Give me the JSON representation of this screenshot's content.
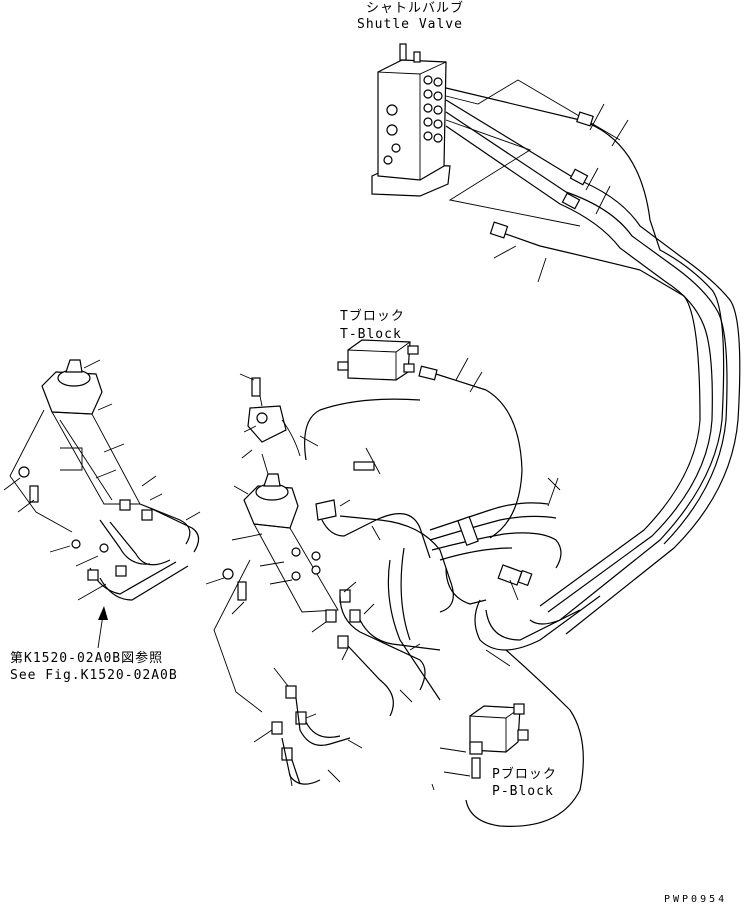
{
  "labels": {
    "shuttle_valve_jp": "シャトルバルブ",
    "shuttle_valve_en": "Shutle Valve",
    "t_block_jp": "Tブロック",
    "t_block_en": "T-Block",
    "p_block_jp": "Pブロック",
    "p_block_en": "P-Block",
    "see_fig_jp": "第K1520-02A0B図参照",
    "see_fig_en": "See Fig.K1520-02A0B",
    "drawing_number": "PWP0954"
  }
}
